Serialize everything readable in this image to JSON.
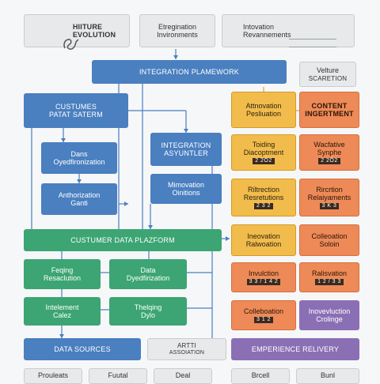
{
  "header": {
    "brand_line1": "HIITURE",
    "brand_line2": "EVOLUTION",
    "integration_line1": "Etregination",
    "integration_line2": "Invironments",
    "innovation_line1": "Intovation",
    "innovation_line2": "Revannements"
  },
  "top": {
    "framework": "INTEGRATION PLAMEWORK",
    "velture_line1": "Velture",
    "velture_line2": "SCARETION"
  },
  "left": {
    "custumes_line1": "CUSTUMES",
    "custumes_line2": "PATAT SATERM",
    "data_line1": "Dans",
    "data_line2": "Oyedfironization",
    "auth_line1": "Anthorization",
    "auth_line2": "Ganti",
    "integration_line1": "INTEGRATION",
    "integration_line2": "ASYUNTLER",
    "mimovation_line1": "Mimovation",
    "mimovation_line2": "Oinitions",
    "platform": "CUSTUMER DATA PLAZFORM",
    "feqing_line1": "Feqing",
    "feqing_line2": "Resaclution",
    "data2_line1": "Data",
    "data2_line2": "Dyedfirization",
    "intelement_line1": "Intelement",
    "intelement_line2": "Calez",
    "thelqing_line1": "Thelqing",
    "thelqing_line2": "Dylo",
    "sources": "DATA SOURCES",
    "artti_line1": "ARTTI",
    "artti_line2": "ASSOIATION"
  },
  "right": {
    "attnovation_line1": "Attnovation",
    "attnovation_line2": "Pesliuation",
    "content_line1": "CONTENT",
    "content_line2": "INGERTMENT",
    "toiding_line1": "Toiding",
    "toiding_line2": "Diacoptment",
    "toiding_tag": "2 2Ö2",
    "wacfative_line1": "Wacfative",
    "wacfative_line2": "Synphe",
    "wacfative_tag": "2 2Ö2",
    "riltrection_line1": "Riltrection",
    "riltrection_line2": "Resretutions",
    "riltrection_tag": "2 3 2",
    "rircrtion_line1": "Rircrtion",
    "rircrtion_line2": "Relaiyaments",
    "rircrtion_tag": "3 K 3",
    "ineovation_line1": "Ineovation",
    "ineovation_line2": "Ralwoation",
    "colleocation_line1": "Colleoation",
    "colleocation_line2": "Soloin",
    "invulction_line1": "Invulction",
    "invulction_tag": "3 3 / 1 4 2",
    "ralisvation_line1": "Ralisvation",
    "ralisvation_tag": "1 2 / 3 3",
    "colleboation_line1": "Colleboation",
    "colleboation_tag": "3 1 2",
    "inovation_line1": "Inovevluction",
    "inovation_line2": "Crolinge",
    "experience": "EMPERIENCE RELIVERY"
  },
  "bottom": {
    "b1": "Prouleats",
    "b2": "Fuutal",
    "b3": "Deal",
    "b4": "Brcell",
    "b5": "Bunl"
  },
  "colors": {
    "blue": "#4a7fc0",
    "green": "#3ca573",
    "yellow": "#f2bc4c",
    "orange": "#ee8a57",
    "purple": "#8b6fb5",
    "grey": "#e7e9ea"
  }
}
